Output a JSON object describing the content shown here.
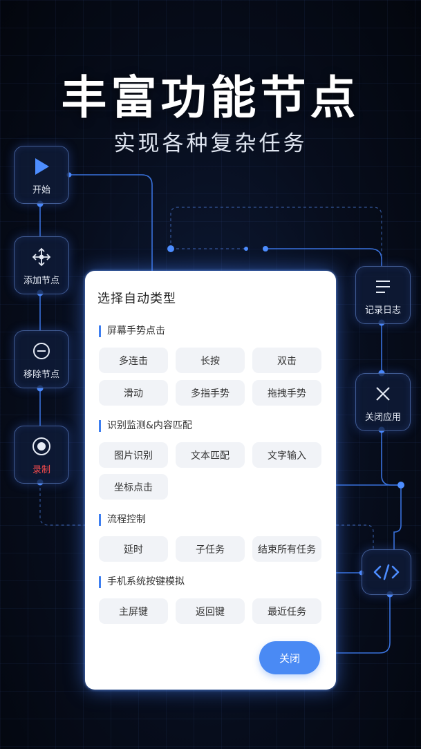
{
  "header": {
    "title": "丰富功能节点",
    "subtitle": "实现各种复杂任务"
  },
  "nodes": {
    "start": {
      "label": "开始",
      "icon": "play-icon"
    },
    "add_node": {
      "label": "添加节点",
      "icon": "move-arrows-icon"
    },
    "remove_node": {
      "label": "移除节点",
      "icon": "minus-circle-icon"
    },
    "record": {
      "label": "录制",
      "icon": "record-icon",
      "color": "#ff4d4d"
    },
    "log": {
      "label": "记录日志",
      "icon": "list-icon"
    },
    "close_app": {
      "label": "关闭应用",
      "icon": "close-icon"
    },
    "code": {
      "icon": "code-icon"
    }
  },
  "dialog": {
    "title": "选择自动类型",
    "sections": [
      {
        "title": "屏幕手势点击",
        "items": [
          "多连击",
          "长按",
          "双击",
          "滑动",
          "多指手势",
          "拖拽手势"
        ]
      },
      {
        "title": "识别监测&内容匹配",
        "items": [
          "图片识别",
          "文本匹配",
          "文字输入",
          "坐标点击"
        ]
      },
      {
        "title": "流程控制",
        "items": [
          "延时",
          "子任务",
          "结束所有任务"
        ]
      },
      {
        "title": "手机系统按键模拟",
        "items": [
          "主屏键",
          "返回键",
          "最近任务"
        ]
      }
    ],
    "close_label": "关闭"
  },
  "colors": {
    "accent": "#4a8af4",
    "wire": "#3f7df2",
    "background": "#070d1c"
  }
}
